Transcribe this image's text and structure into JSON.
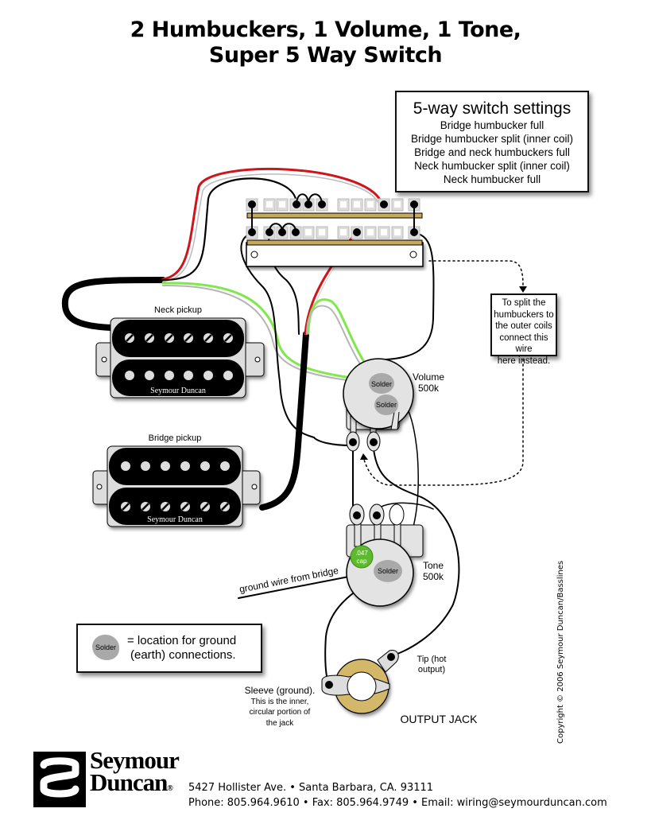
{
  "title": {
    "line1": "2 Humbuckers, 1 Volume, 1 Tone,",
    "line2": "Super 5 Way Switch"
  },
  "switch_settings": {
    "heading": "5-way switch settings",
    "positions": [
      "Bridge humbucker full",
      "Bridge humbucker split (inner coil)",
      "Bridge and neck humbuckers full",
      "Neck humbucker split (inner coil)",
      "Neck humbucker full"
    ]
  },
  "split_note": {
    "lines": [
      "To split the",
      "humbuckers to",
      "the outer coils",
      "connect this wire",
      "here instead."
    ]
  },
  "pickups": {
    "neck": {
      "label": "Neck pickup",
      "brand": "Seymour Duncan"
    },
    "bridge": {
      "label": "Bridge pickup",
      "brand": "Seymour Duncan"
    }
  },
  "pots": {
    "volume": {
      "label": "Volume",
      "value": "500k",
      "solder_labels": [
        "Solder",
        "Solder"
      ]
    },
    "tone": {
      "label": "Tone",
      "value": "500k",
      "solder_label": "Solder",
      "cap_value": ".047",
      "cap_label": "cap"
    }
  },
  "ground_wire_label": "ground wire from bridge",
  "legend": {
    "blob_label": "Solder",
    "text_line1": "= location for ground",
    "text_line2": "(earth) connections."
  },
  "jack": {
    "title": "OUTPUT JACK",
    "tip_line1": "Tip (hot",
    "tip_line2": "output)",
    "sleeve_lines": [
      "Sleeve (ground).",
      "This is the inner,",
      "circular portion of",
      "the jack"
    ]
  },
  "copyright": "Copyright © 2006 Seymour Duncan/Basslines",
  "footer": {
    "brand_line1": "Seymour",
    "brand_line2": "Duncan",
    "registered": "®",
    "address": "5427 Hollister Ave. • Santa Barbara, CA. 93111",
    "contact": "Phone: 805.964.9610 • Fax: 805.964.9749 • Email: wiring@seymourduncan.com"
  },
  "colors": {
    "hot_wire": "#d0141b",
    "green_wire": "#7fe84a",
    "bare_wire": "#b5b5b5",
    "switch_bar": "#c8a95a",
    "pot_body": "#e3e3e3",
    "solder": "#a9a9a9",
    "cap": "#5cba2c",
    "jack_ring": "#d4b86a"
  }
}
